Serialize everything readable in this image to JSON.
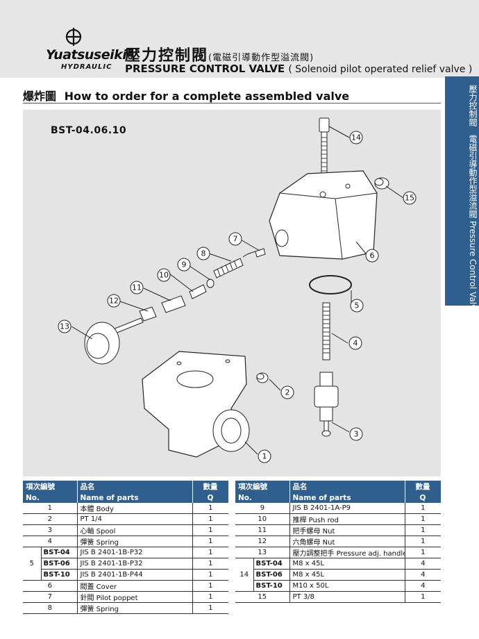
{
  "header": {
    "brand": "Yuatsuseiki",
    "brand_sub": "HYDRAULIC",
    "title_cn": "壓力控制閥",
    "title_cn_sub": "(電磁引導動作型溢流閥)",
    "title_en": "PRESSURE CONTROL VALVE",
    "title_en_sub": "( Solenoid pilot operated relief valve )"
  },
  "section": {
    "title_cn": "爆炸圖",
    "title_en": "How to order for a complete assembled valve"
  },
  "side_tab": {
    "text": "壓力控制閥　電磁引導動作型溢流閥 Pressure Control Valve (Solenoid pilot operated relief valve)"
  },
  "diagram": {
    "code": "BST-04.06.10",
    "callouts": [
      "1",
      "2",
      "3",
      "4",
      "5",
      "6",
      "7",
      "8",
      "9",
      "10",
      "11",
      "12",
      "13",
      "14",
      "15"
    ]
  },
  "table_headers": {
    "no_cn": "項次編號",
    "no_en": "No.",
    "name_cn": "品名",
    "name_en": "Name of parts",
    "q_cn": "數量",
    "q_en": "Q"
  },
  "left_table": [
    {
      "no": "1",
      "name": "本體 Body",
      "q": "1"
    },
    {
      "no": "2",
      "name": "PT 1/4",
      "q": "1"
    },
    {
      "no": "3",
      "name": "心軸 Spool",
      "q": "1"
    },
    {
      "no": "4",
      "name": "彈簧 Spring",
      "q": "1"
    },
    {
      "no": "5",
      "sub": [
        {
          "model": "BST-04",
          "name": "JIS B 2401-1B-P32",
          "q": "1"
        },
        {
          "model": "BST-06",
          "name": "JIS B 2401-1B-P32",
          "q": "1"
        },
        {
          "model": "BST-10",
          "name": "JIS B 2401-1B-P44",
          "q": "1"
        }
      ]
    },
    {
      "no": "6",
      "name": "閥蓋 Cover",
      "q": "1"
    },
    {
      "no": "7",
      "name": "針閥 Pilot poppet",
      "q": "1"
    },
    {
      "no": "8",
      "name": "彈簧 Spring",
      "q": "1"
    }
  ],
  "right_table": [
    {
      "no": "9",
      "name": "JIS B 2401-1A-P9",
      "q": "1"
    },
    {
      "no": "10",
      "name": "推桿 Push rod",
      "q": "1"
    },
    {
      "no": "11",
      "name": "把手螺母 Nut",
      "q": "1"
    },
    {
      "no": "12",
      "name": "六角螺母 Nut",
      "q": "1"
    },
    {
      "no": "13",
      "name": "壓力調整把手 Pressure adj. handle",
      "q": "1"
    },
    {
      "no": "14",
      "sub": [
        {
          "model": "BST-04",
          "name": "M8 x 45L",
          "q": "4"
        },
        {
          "model": "BST-06",
          "name": "M8 x 45L",
          "q": "4"
        },
        {
          "model": "BST-10",
          "name": "M10 x 50L",
          "q": "4"
        }
      ]
    },
    {
      "no": "15",
      "name": "PT 3/8",
      "q": "1"
    }
  ]
}
